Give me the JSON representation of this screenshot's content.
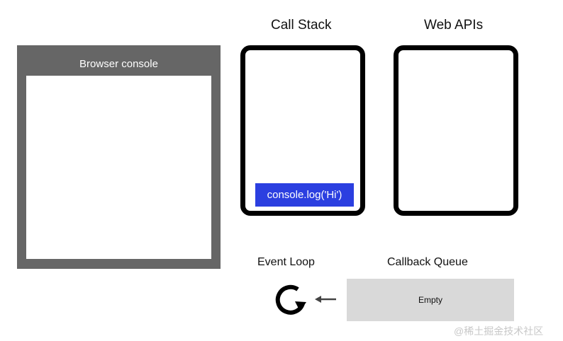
{
  "browser_console": {
    "title": "Browser console"
  },
  "call_stack": {
    "title": "Call Stack",
    "frames": [
      "console.log('Hi')"
    ],
    "frame_color": "#2b3fe0"
  },
  "web_apis": {
    "title": "Web APIs"
  },
  "event_loop": {
    "title": "Event Loop",
    "icon": "refresh-icon"
  },
  "callback_queue": {
    "title": "Callback Queue",
    "content": "Empty"
  },
  "watermark": {
    "text": "@稀土掘金技术社区"
  },
  "colors": {
    "console_frame": "#666666",
    "queue_fill": "#d9d9d9",
    "panel_border": "#000000"
  }
}
